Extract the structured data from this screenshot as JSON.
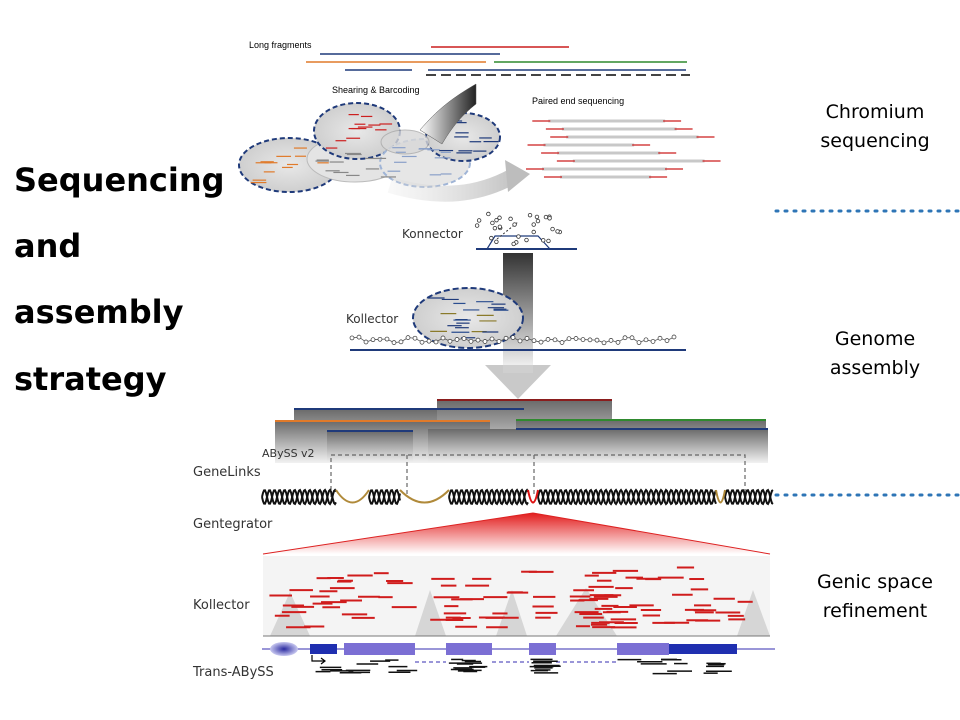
{
  "slide": {
    "title_lines": [
      "Sequencing",
      "and",
      "assembly",
      "strategy"
    ],
    "stages": [
      "Chromium sequencing",
      "Genome assembly",
      "Genic space refinement"
    ],
    "stage_lines": [
      [
        "Chromium",
        "sequencing"
      ],
      [
        "Genome",
        "assembly"
      ],
      [
        "Genic space",
        "refinement"
      ]
    ]
  },
  "labels": {
    "long_fragments": "Long fragments",
    "shearing_barcoding": "Shearing & Barcoding",
    "paired_end": "Paired end sequencing",
    "konnector": "Konnector",
    "kollector_top": "Kollector",
    "abyss": "ABySS v2",
    "genelinks": "GeneLinks",
    "gentegrator": "Gentegrator",
    "kollector_bottom": "Kollector",
    "trans_abyss": "Trans-ABySS"
  },
  "colors": {
    "red": "#cc1f1f",
    "blue": "#1f3a7a",
    "orange": "#e07a2a",
    "green": "#2f8a2f",
    "exon": "#7b6fd4",
    "dot": "#2e75b6"
  }
}
